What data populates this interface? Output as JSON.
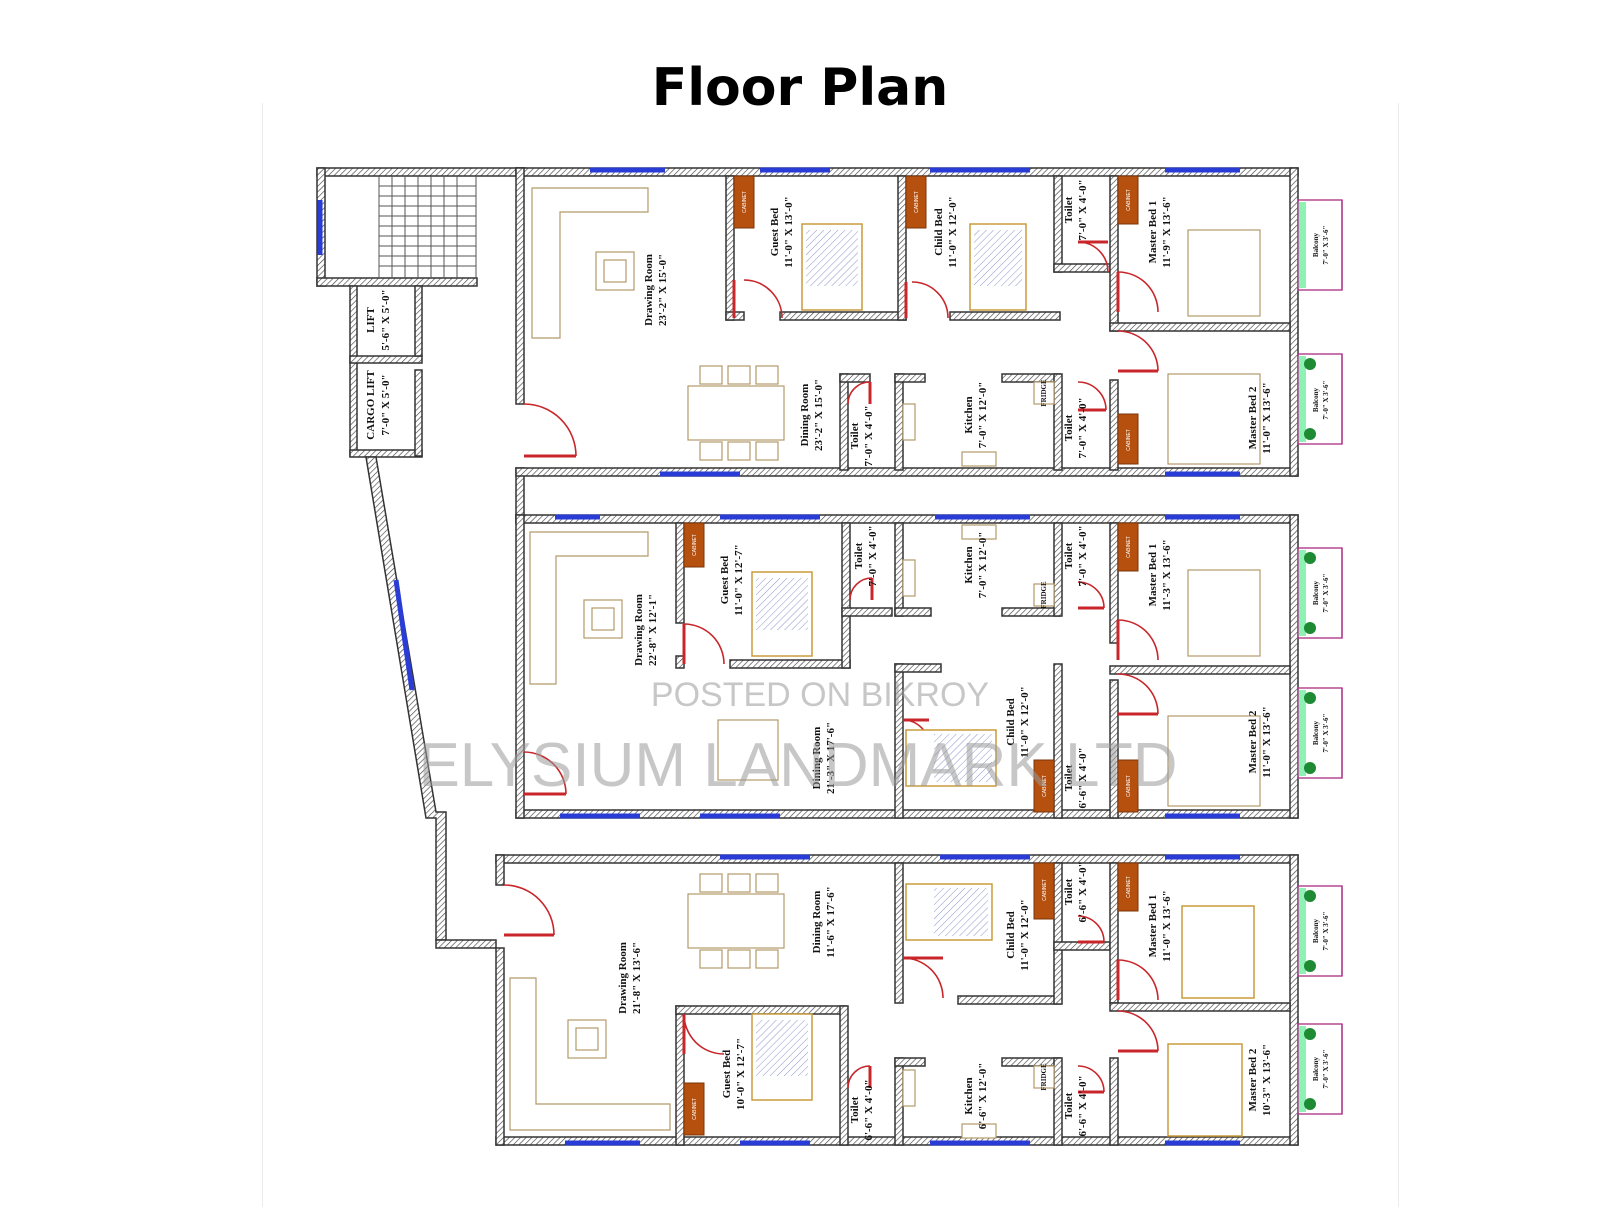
{
  "page": {
    "title": "Floor Plan"
  },
  "cabinet_label": "CABINET",
  "fridge_label": "FRIDGE",
  "watermarks": {
    "posted": "POSTED ON BIKROY",
    "company": "ELYSIUM LANDMARK LTD"
  },
  "core": {
    "lift": {
      "name": "LIFT",
      "size": "5'-6\" X 5'-0\""
    },
    "cargo_lift": {
      "name": "CARGO LIFT",
      "size": "7'-0\" X 5'-0\""
    }
  },
  "units": [
    {
      "drawing_room": {
        "name": "Drawing Room",
        "size": "23'-2\" X 15'-0\""
      },
      "guest_bed": {
        "name": "Guest Bed",
        "size": "11'-0\" X 13'-0\""
      },
      "child_bed": {
        "name": "Child Bed",
        "size": "11'-0\" X 12'-0\""
      },
      "toilet_top": {
        "name": "Toilet",
        "size": "7'-0\" X 4'-0\""
      },
      "master_bed_1": {
        "name": "Master Bed 1",
        "size": "11'-9\" X 13'-6\""
      },
      "balcony_1": {
        "name": "Balcony",
        "size": "7'-0\" X 3'-6\""
      },
      "dining_room": {
        "name": "Dining Room",
        "size": "23'-2\" X 15'-0\""
      },
      "toilet_mid": {
        "name": "Toilet",
        "size": "7'-0\" X 4'-0\""
      },
      "kitchen": {
        "name": "Kitchen",
        "size": "7'-0\" X 12'-0\""
      },
      "toilet_master_2": {
        "name": "Toilet",
        "size": "7'-0\" X 4'-0\""
      },
      "master_bed_2": {
        "name": "Master Bed 2",
        "size": "11'-0\" X 13'-6\""
      },
      "balcony_2": {
        "name": "Balcony",
        "size": "7'-0\" X 3'-6\""
      }
    },
    {
      "drawing_room": {
        "name": "Drawing Room",
        "size": "22'-8\" X 12'-1\""
      },
      "guest_bed": {
        "name": "Guest Bed",
        "size": "11'-0\" X 12'-7\""
      },
      "toilet_guest": {
        "name": "Toilet",
        "size": "7'-0\" X 4'-0\""
      },
      "kitchen": {
        "name": "Kitchen",
        "size": "7'-0\" X 12'-0\""
      },
      "toilet_master_1": {
        "name": "Toilet",
        "size": "7'-0\" X 4'-0\""
      },
      "master_bed_1": {
        "name": "Master Bed 1",
        "size": "11'-3\" X 13'-6\""
      },
      "balcony_1": {
        "name": "Balcony",
        "size": "7'-0\" X 3'-6\""
      },
      "dining_room": {
        "name": "Dining Room",
        "size": "21'-3\" X 17'-6\""
      },
      "child_bed": {
        "name": "Child Bed",
        "size": "11'-0\" X 12'-0\""
      },
      "toilet_master_2": {
        "name": "Toilet",
        "size": "6'-6\" X 4'-0\""
      },
      "master_bed_2": {
        "name": "Master Bed 2",
        "size": "11'-0\" X 13'-6\""
      },
      "balcony_2": {
        "name": "Balcony",
        "size": "7'-0\" X 3'-6\""
      }
    },
    {
      "drawing_room": {
        "name": "Drawing Room",
        "size": "21'-8\" X 13'-6\""
      },
      "dining_room": {
        "name": "Dining Room",
        "size": "11'-6\" X 17'-6\""
      },
      "child_bed": {
        "name": "Child Bed",
        "size": "11'-0\" X 12'-0\""
      },
      "toilet_master_1": {
        "name": "Toilet",
        "size": "6'-6\" X 4'-0\""
      },
      "master_bed_1": {
        "name": "Master Bed 1",
        "size": "11'-0\" X 13'-6\""
      },
      "balcony_1": {
        "name": "Balcony",
        "size": "7'-0\" X 3'-6\""
      },
      "guest_bed": {
        "name": "Guest Bed",
        "size": "10'-0\" X 12'-7\""
      },
      "toilet_guest": {
        "name": "Toilet",
        "size": "6'-6\" X 4'-0\""
      },
      "kitchen": {
        "name": "Kitchen",
        "size": "6'-6\" X 12'-0\""
      },
      "toilet_master_2": {
        "name": "Toilet",
        "size": "6'-6\" X 4'-0\""
      },
      "master_bed_2": {
        "name": "Master Bed 2",
        "size": "10'-3\" X 13'-6\""
      },
      "balcony_2": {
        "name": "Balcony",
        "size": "7'-0\" X 3'-6\""
      }
    }
  ]
}
